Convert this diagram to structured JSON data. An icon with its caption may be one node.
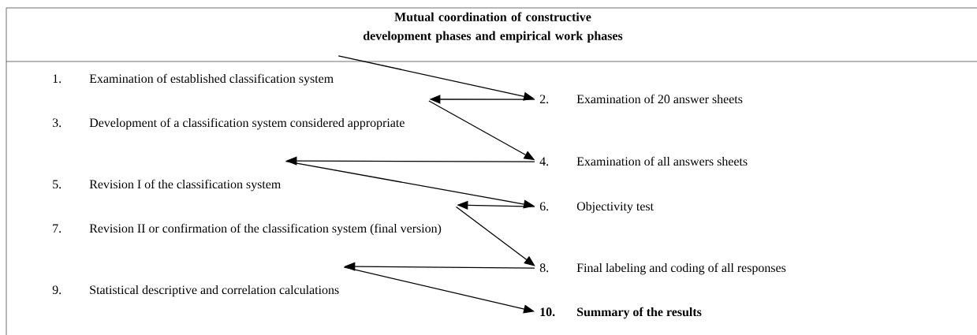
{
  "diagram": {
    "title": "Mutual coordination of constructive development phases and empirical work phases",
    "nodes": [
      {
        "text": [
          "1.",
          "Examination of established classification system"
        ]
      },
      {
        "text": [
          "2.",
          "Examination of 20 answer sheets"
        ]
      },
      {
        "text": [
          "3.",
          "Development of a classification system considered appropriate"
        ]
      },
      {
        "text": [
          "4.",
          "Examination of all answers sheets"
        ]
      },
      {
        "text": [
          "5.",
          "Revision I of the classification system"
        ]
      },
      {
        "text": [
          "6.",
          "Objectivity test"
        ]
      },
      {
        "text": [
          "7.",
          "Revision II or confirmation of the classification system (final version)"
        ]
      },
      {
        "text": [
          "8.",
          "Final labeling and coding of all responses"
        ]
      },
      {
        "text": [
          "9.",
          "Statistical descriptive and correlation calculations"
        ]
      },
      {
        "text": [
          "10.",
          "Summary of the results"
        ]
      }
    ],
    "edges": [
      {
        "from": 0,
        "to": 1,
        "arrow": "to"
      },
      {
        "from": 1,
        "to": 2,
        "arrow": "to"
      },
      {
        "from": 2,
        "to": 3,
        "arrow": "to"
      },
      {
        "from": 3,
        "to": 4,
        "arrow": "to"
      },
      {
        "from": 4,
        "to": 5,
        "arrow": "to"
      },
      {
        "from": 5,
        "to": 6,
        "arrow": "to"
      },
      {
        "from": 6,
        "to": 7,
        "arrow": "to"
      },
      {
        "from": 7,
        "to": 8,
        "arrow": "to"
      },
      {
        "from": 8,
        "to": 9,
        "arrow": "to"
      }
    ]
  }
}
